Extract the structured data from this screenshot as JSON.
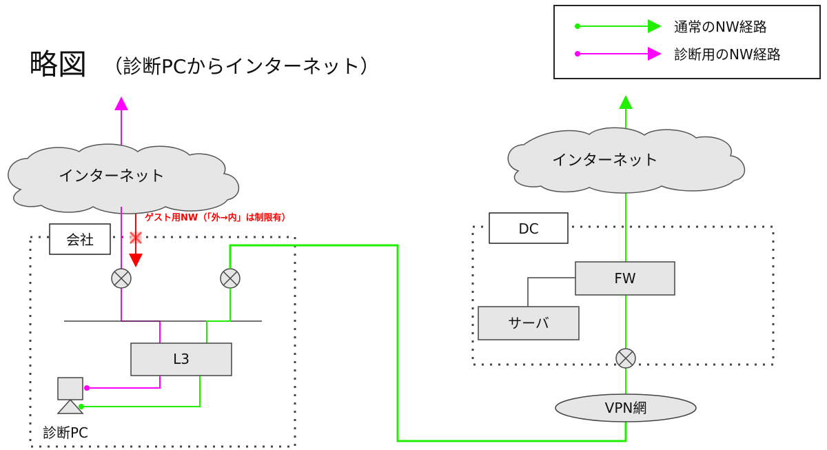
{
  "title": {
    "main": "略図",
    "sub": "（診断PCからインターネット）"
  },
  "legend": {
    "normal": "通常のNW経路",
    "diagnostic": "診断用のNW経路"
  },
  "colors": {
    "normal": "#22ee00",
    "diagnostic": "#ff00ff",
    "alert": "#ff0000",
    "box_fill": "#e6e6e6",
    "line": "#444444"
  },
  "left": {
    "internet": "インターネット",
    "company": "会社",
    "l3": "L3",
    "pc": "診断PC",
    "guest_note": "ゲスト用NW（「外→内」は制限有）"
  },
  "right": {
    "internet": "インターネット",
    "dc": "DC",
    "fw": "FW",
    "server": "サーバ",
    "vpn": "VPN網"
  }
}
